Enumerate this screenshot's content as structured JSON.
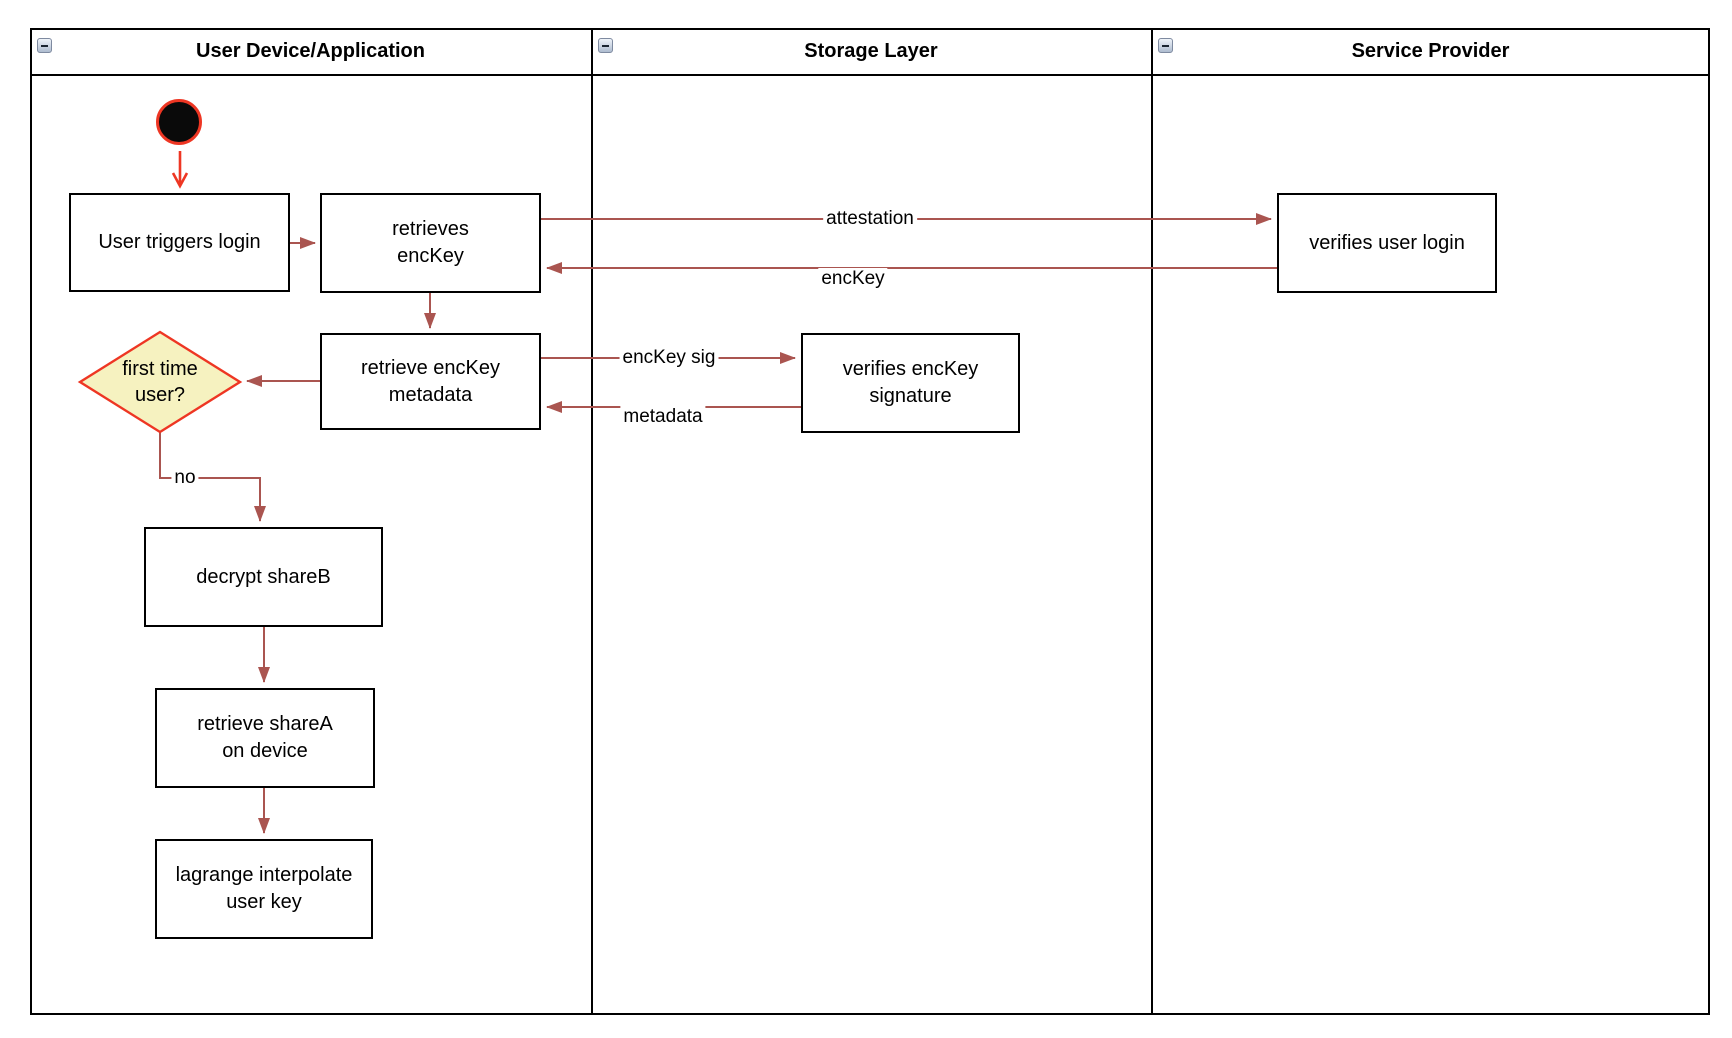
{
  "diagram": {
    "type": "uml-activity-swimlane-diagram",
    "colors": {
      "connector": "#aa5550",
      "accent_red": "#ee3623",
      "decision_fill": "#f6f2c0",
      "shape_border": "#000000",
      "background": "#ffffff"
    },
    "lanes": [
      {
        "title": "User Device/Application",
        "collapse_icon": "minus-icon"
      },
      {
        "title": "Storage Layer",
        "collapse_icon": "minus-icon"
      },
      {
        "title": "Service Provider",
        "collapse_icon": "minus-icon"
      }
    ],
    "nodes": {
      "start": {
        "type": "initial-node"
      },
      "user_triggers_login": {
        "label": "User triggers login"
      },
      "retrieves_enckey": {
        "label": "retrieves\nencKey"
      },
      "retrieve_enckey_metadata": {
        "label": "retrieve encKey\nmetadata"
      },
      "first_time_user": {
        "label": "first time\nuser?"
      },
      "decrypt_shareb": {
        "label": "decrypt shareB"
      },
      "retrieve_sharea": {
        "label": "retrieve shareA\non device"
      },
      "lagrange_interpolate": {
        "label": "lagrange interpolate\nuser key"
      },
      "verifies_enckey_signature": {
        "label": "verifies encKey\nsignature"
      },
      "verifies_user_login": {
        "label": "verifies user login"
      }
    },
    "edges": {
      "attestation": {
        "label": "attestation"
      },
      "enckey_return": {
        "label": "encKey"
      },
      "enckey_sig": {
        "label": "encKey sig"
      },
      "metadata_return": {
        "label": "metadata"
      },
      "decision_no": {
        "label": "no"
      }
    }
  }
}
